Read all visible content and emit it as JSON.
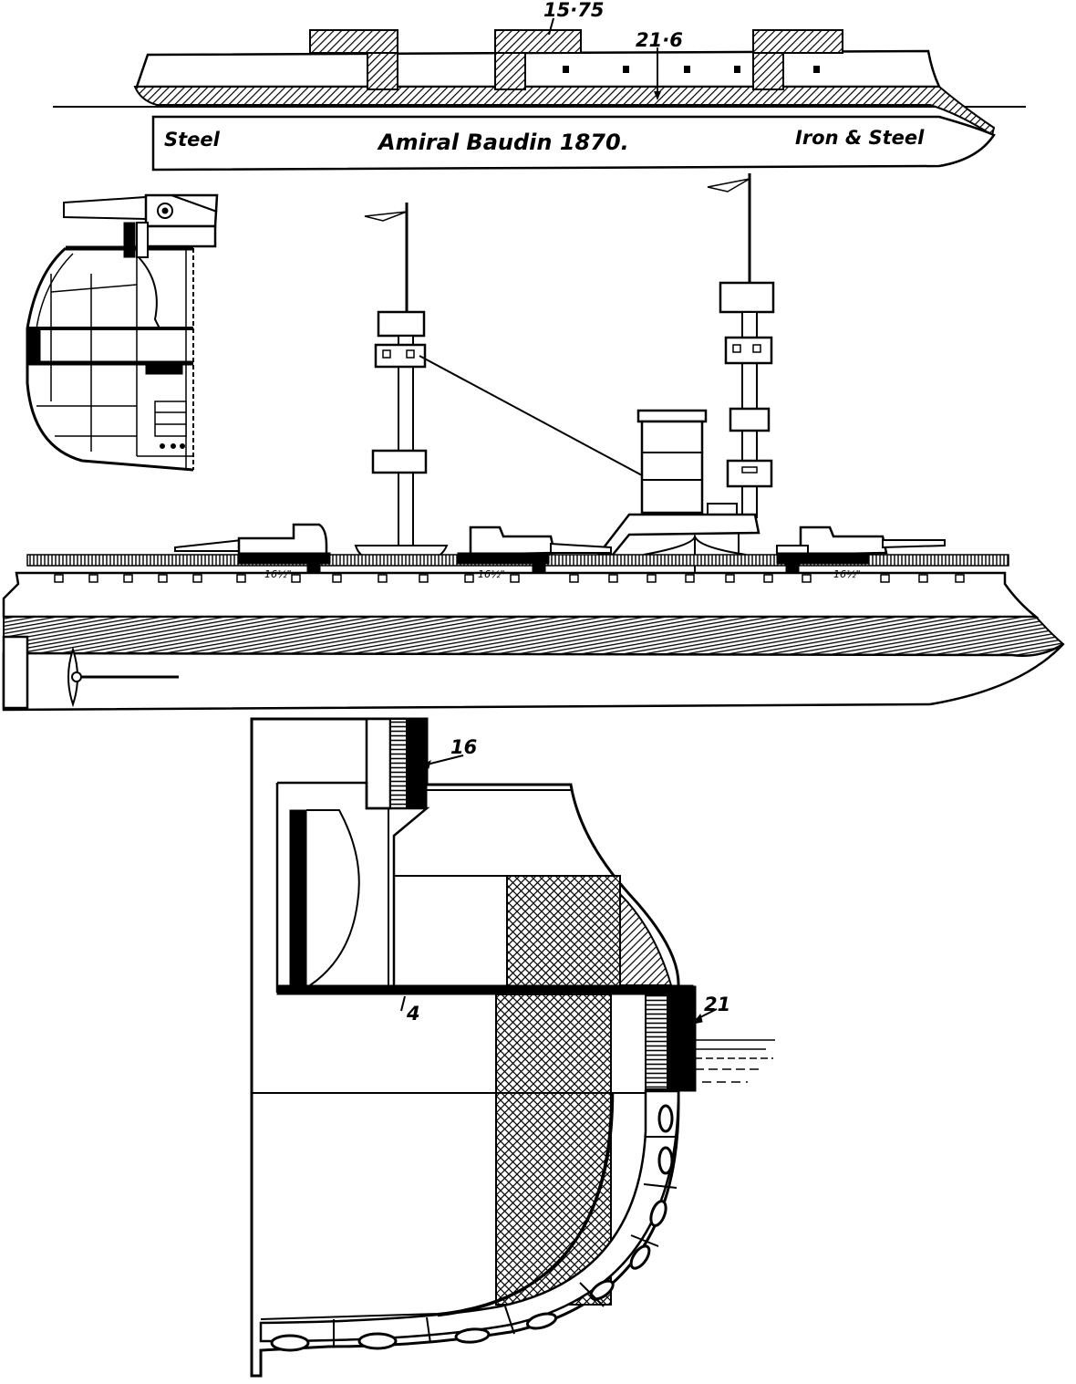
{
  "armour_plan": {
    "thickness_top": "15·75",
    "thickness_belt": "21·6",
    "material_aft": "Steel",
    "ship_name": "Amiral Baudin 1870.",
    "material_fore": "Iron & Steel"
  },
  "profile": {
    "barbette_aft": "16½\"",
    "barbette_mid": "16½\"",
    "barbette_fore": "16½\""
  },
  "section": {
    "barbette_thickness": "16",
    "deck_thickness": "4",
    "belt_thickness": "21"
  },
  "colors": {
    "ink": "#000000",
    "paper": "#ffffff"
  }
}
